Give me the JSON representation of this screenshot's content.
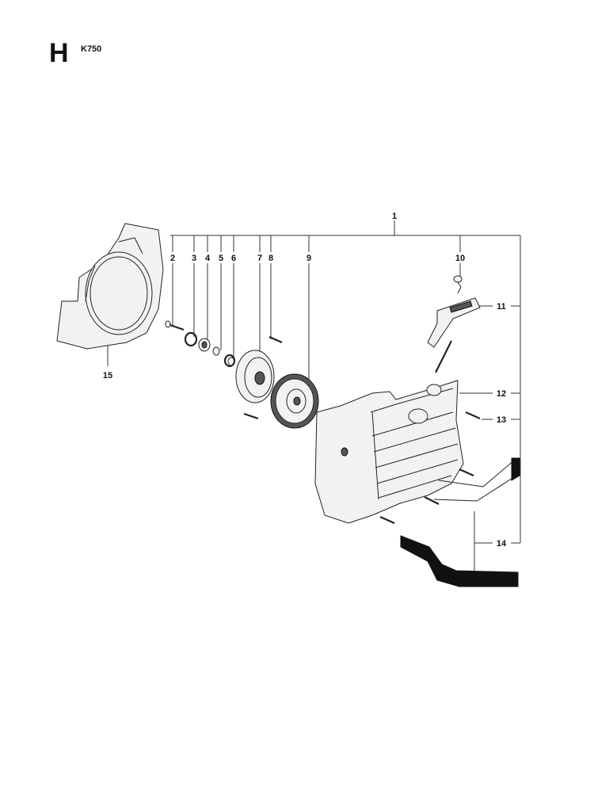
{
  "header": {
    "section_letter": "H",
    "model": "K750"
  },
  "callouts": {
    "c1": "1",
    "c2": "2",
    "c3": "3",
    "c4": "4",
    "c5": "5",
    "c6": "6",
    "c7": "7",
    "c8": "8",
    "c9": "9",
    "c10": "10",
    "c11": "11",
    "c12": "12",
    "c13": "13",
    "c14": "14",
    "c15": "15"
  }
}
